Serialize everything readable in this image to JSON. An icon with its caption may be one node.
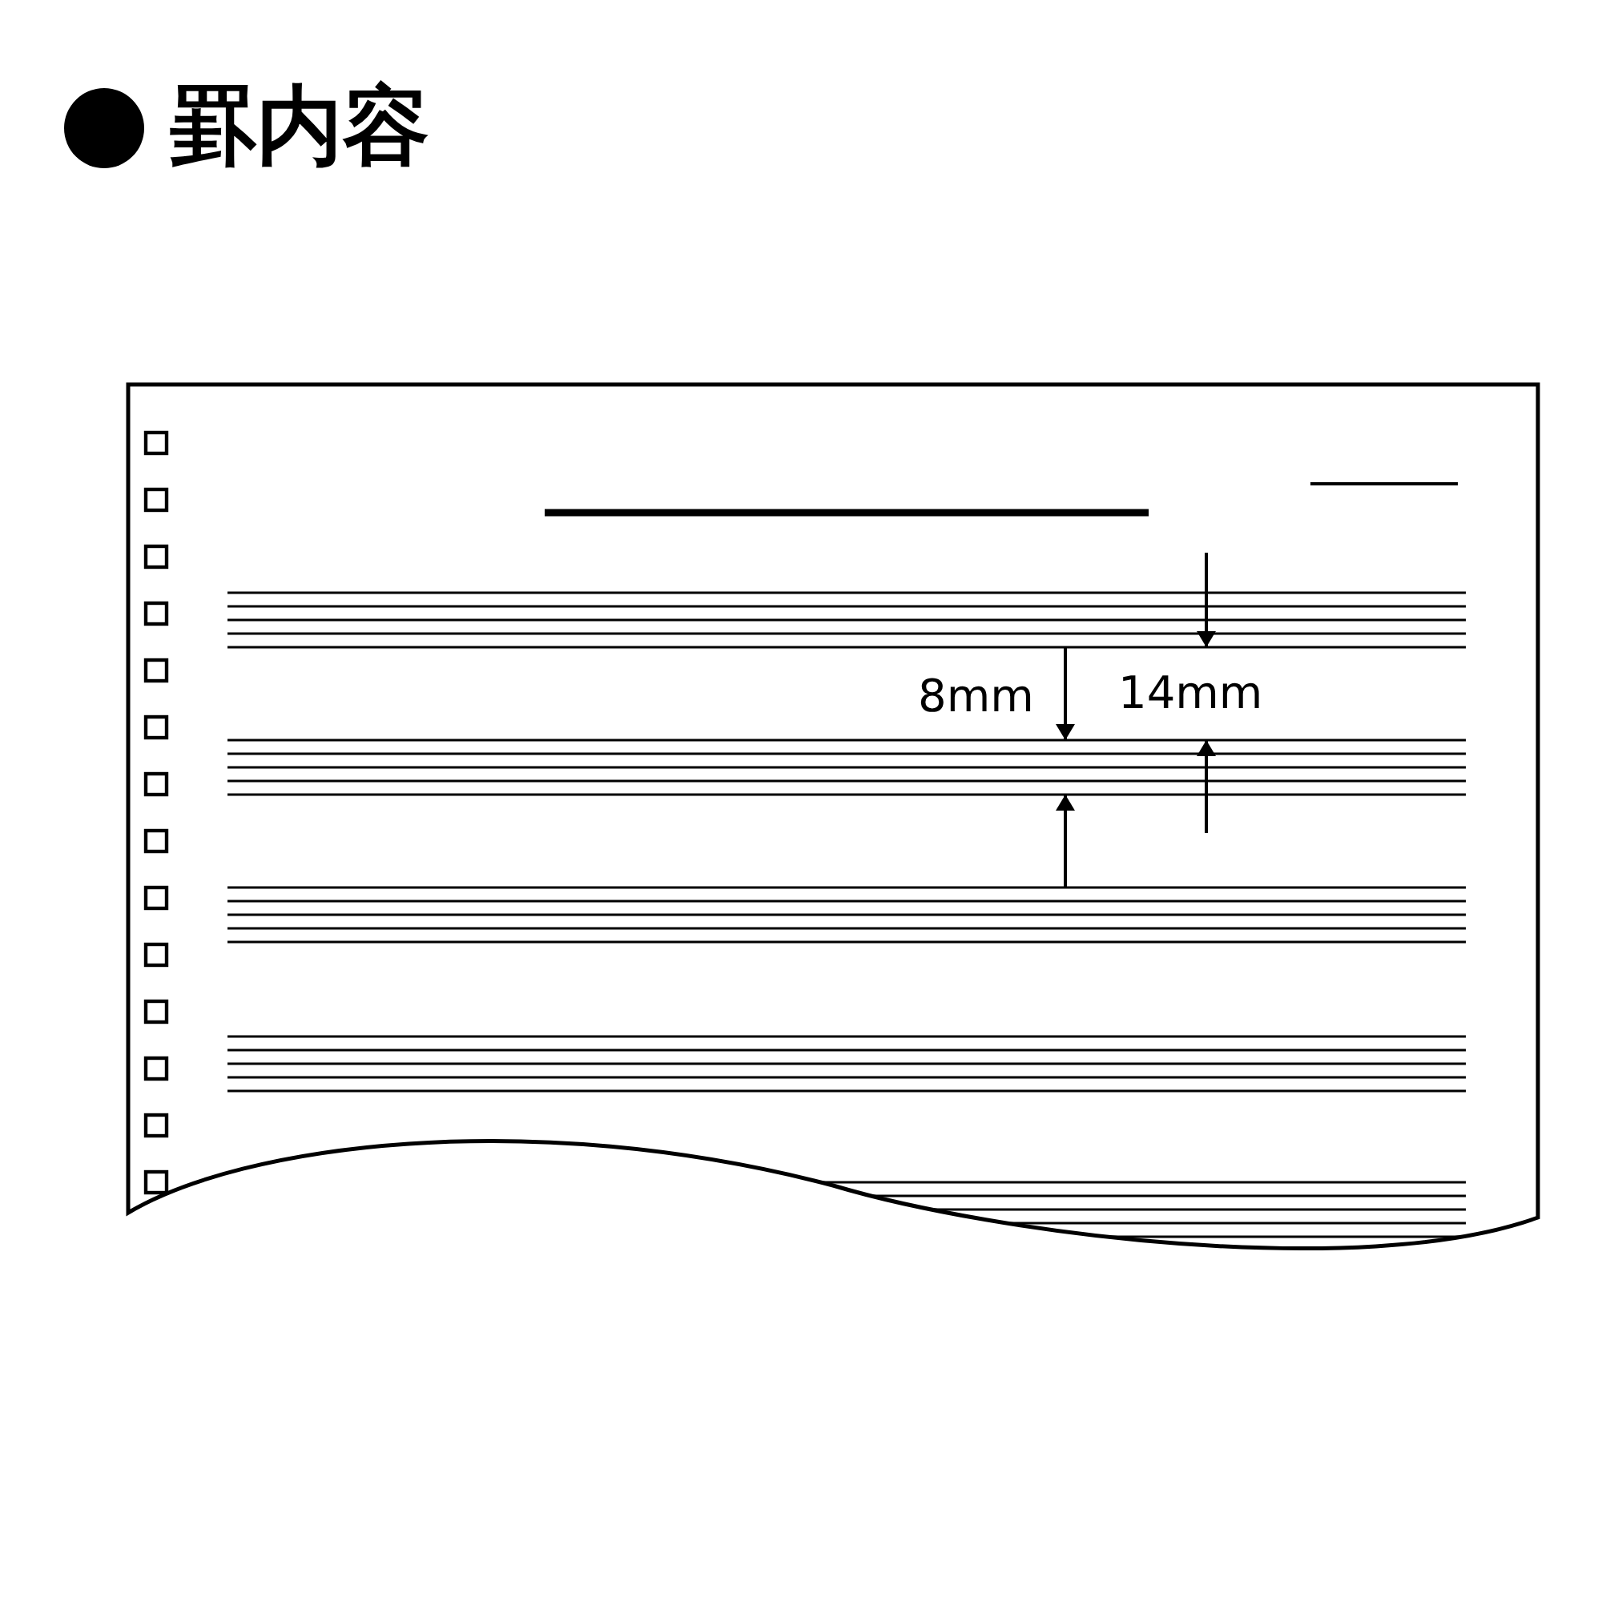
{
  "diagram": {
    "title": "罫内容",
    "labels": [
      "8mm",
      "14mm"
    ]
  }
}
